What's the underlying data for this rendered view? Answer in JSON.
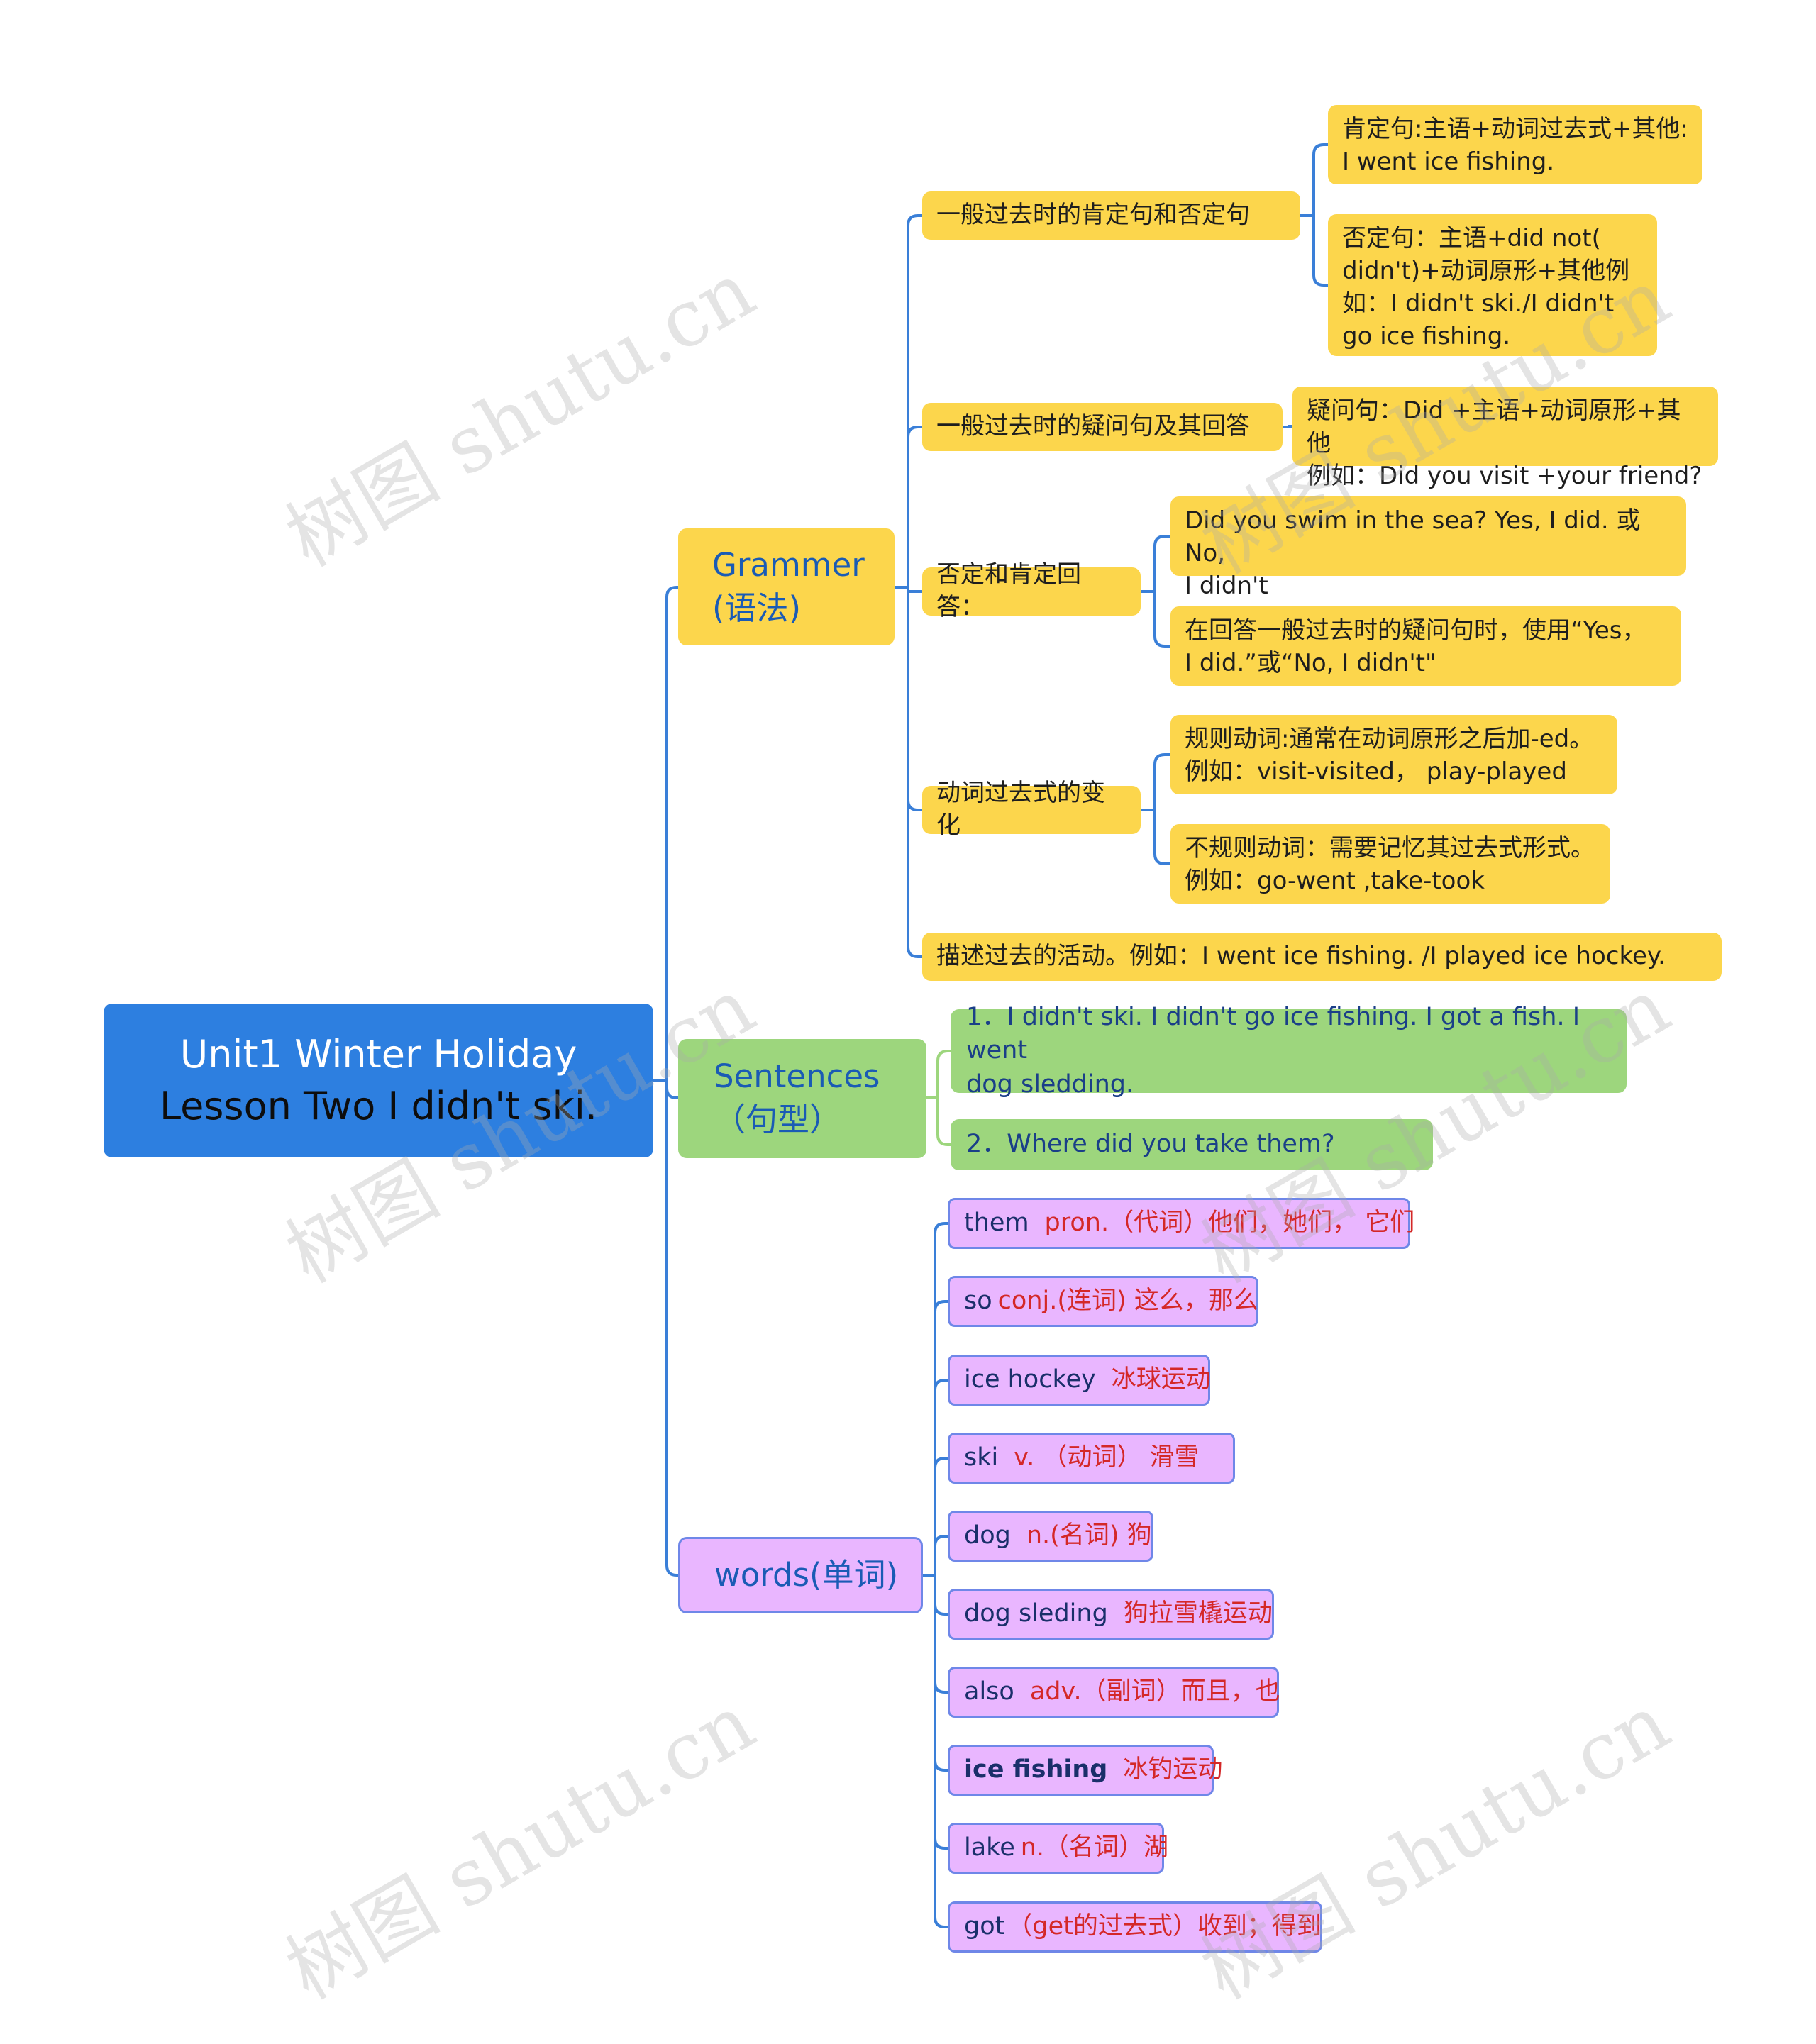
{
  "root": {
    "line1": "Unit1  Winter Holiday",
    "line2": "Lesson Two I didn't ski."
  },
  "grammar": {
    "label": "Grammer\n(语法)",
    "items": [
      {
        "label": "一般过去时的肯定句和否定句",
        "children": [
          "肯定句:主语+动词过去式+其他:\nI went ice fishing.",
          "否定句：主语+did not(\ndidn't)+动词原形+其他例\n如：I didn't ski./I didn't\ngo ice fishing."
        ]
      },
      {
        "label": "一般过去时的疑问句及其回答",
        "children": [
          "疑问句：Did +主语+动词原形+其他\n例如：Did you visit +your friend?"
        ]
      },
      {
        "label": "否定和肯定回答：",
        "children": [
          "Did you swim in the sea? Yes, I did. 或No,\nI didn't",
          "在回答一般过去时的疑问句时，使用“Yes，\nI did.”或“No, I didn't\""
        ]
      },
      {
        "label": "动词过去式的变化",
        "children": [
          "规则动词:通常在动词原形之后加-ed。\n例如：visit-visited，  play-played",
          "不规则动词：需要记忆其过去式形式。\n例如：go-went ,take-took"
        ]
      },
      {
        "label": "描述过去的活动。例如：I went ice fishing. /I played ice hockey.",
        "children": []
      }
    ]
  },
  "sentences": {
    "label": "Sentences\n（句型）",
    "items": [
      "1．I didn't ski. I didn't go ice fishing. I got a fish. I went\ndog sledding.",
      "2．Where did you take them?"
    ]
  },
  "words": {
    "label": "words(单词)",
    "items": [
      {
        "en": "them",
        "cn": "pron.（代词）他们，她们， 它们"
      },
      {
        "en": "so",
        "cn": "conj.(连词) 这么，那么"
      },
      {
        "en": "ice hockey",
        "cn": "冰球运动"
      },
      {
        "en": "ski",
        "cn": "v. （动词） 滑雪"
      },
      {
        "en": "dog",
        "cn": "n.(名词) 狗"
      },
      {
        "en": "dog sleding",
        "cn": "狗拉雪橇运动"
      },
      {
        "en": "also",
        "cn": "adv.（副词）而且，也"
      },
      {
        "en": "ice fishing",
        "cn": "冰钓运动"
      },
      {
        "en": "lake",
        "cn": "n.（名词）湖"
      },
      {
        "en": "got",
        "cn": "（get的过去式）收到；得到"
      }
    ]
  },
  "watermark": "树图 shutu.cn",
  "colors": {
    "line": "#3a7fd8",
    "root": "#2d7fe0",
    "yellow": "#fcd64c",
    "green": "#9dd67d",
    "pink": "#e9b6ff",
    "pink_border": "#6f87e8",
    "word_cn": "#d42828"
  }
}
